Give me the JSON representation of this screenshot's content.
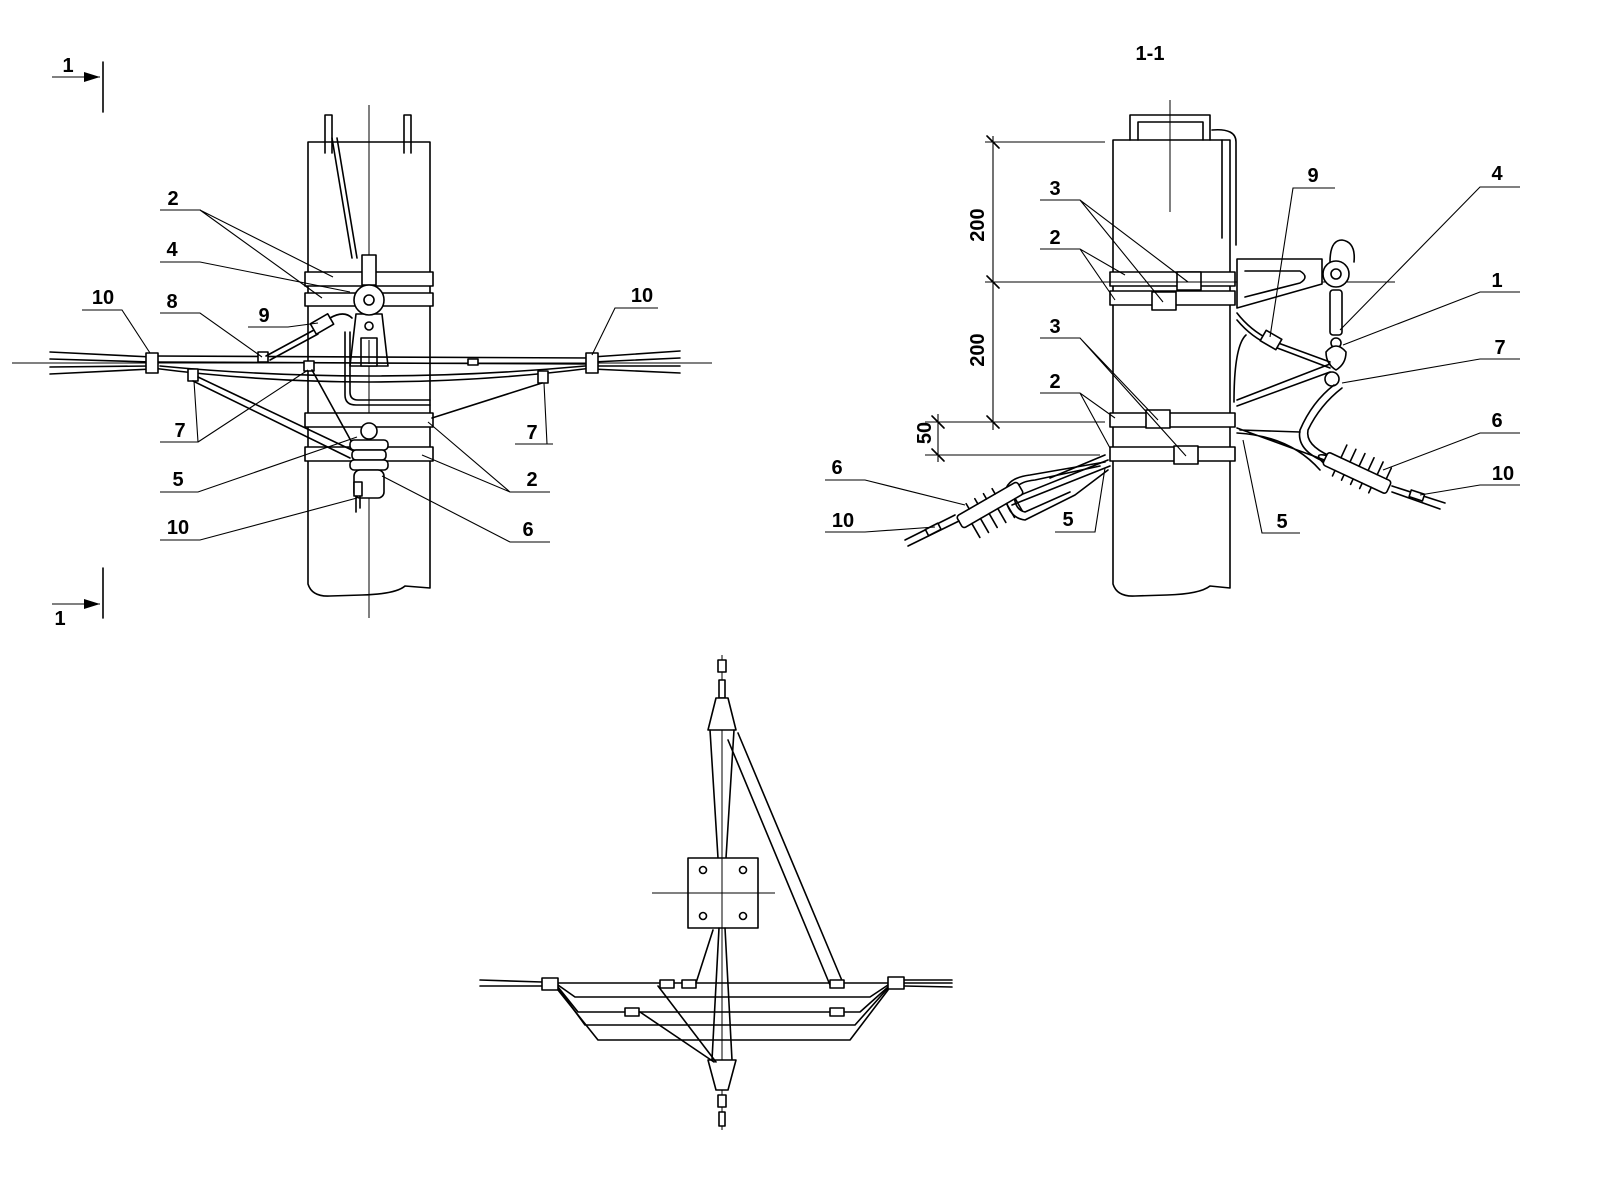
{
  "colors": {
    "line": "#000000",
    "background": "#ffffff"
  },
  "section_marks": [
    "1",
    "1"
  ],
  "front_view": {
    "labels": [
      "2",
      "4",
      "8",
      "9",
      "10",
      "10",
      "7",
      "7",
      "5",
      "2",
      "10",
      "6"
    ]
  },
  "section_view": {
    "title": "1-1",
    "dimensions": [
      "200",
      "200",
      "50"
    ],
    "labels": [
      "3",
      "2",
      "3",
      "2",
      "9",
      "4",
      "1",
      "7",
      "6",
      "10",
      "6",
      "10",
      "5",
      "5"
    ]
  }
}
